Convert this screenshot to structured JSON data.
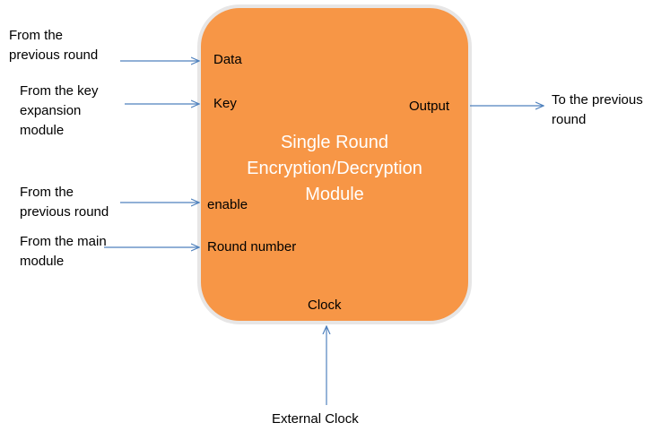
{
  "block": {
    "title_lines": [
      "Single Round",
      "Encryption/Decryption",
      "Module"
    ],
    "fill_color": "#f79646",
    "border_color": "#e7e6e6"
  },
  "ports": {
    "data": "Data",
    "key": "Key",
    "enable": "enable",
    "round_number": "Round number",
    "clock": "Clock",
    "output": "Output"
  },
  "sources": {
    "data_lines": [
      "From the",
      "previous round"
    ],
    "key_lines": [
      "From the key",
      "expansion",
      "module"
    ],
    "enable_lines": [
      "From the",
      "previous round"
    ],
    "round_number_lines": [
      "From the main",
      "module"
    ],
    "clock": "External Clock"
  },
  "destinations": {
    "output_lines": [
      "To the previous",
      "round"
    ]
  },
  "arrow_color": "#4f81bd"
}
